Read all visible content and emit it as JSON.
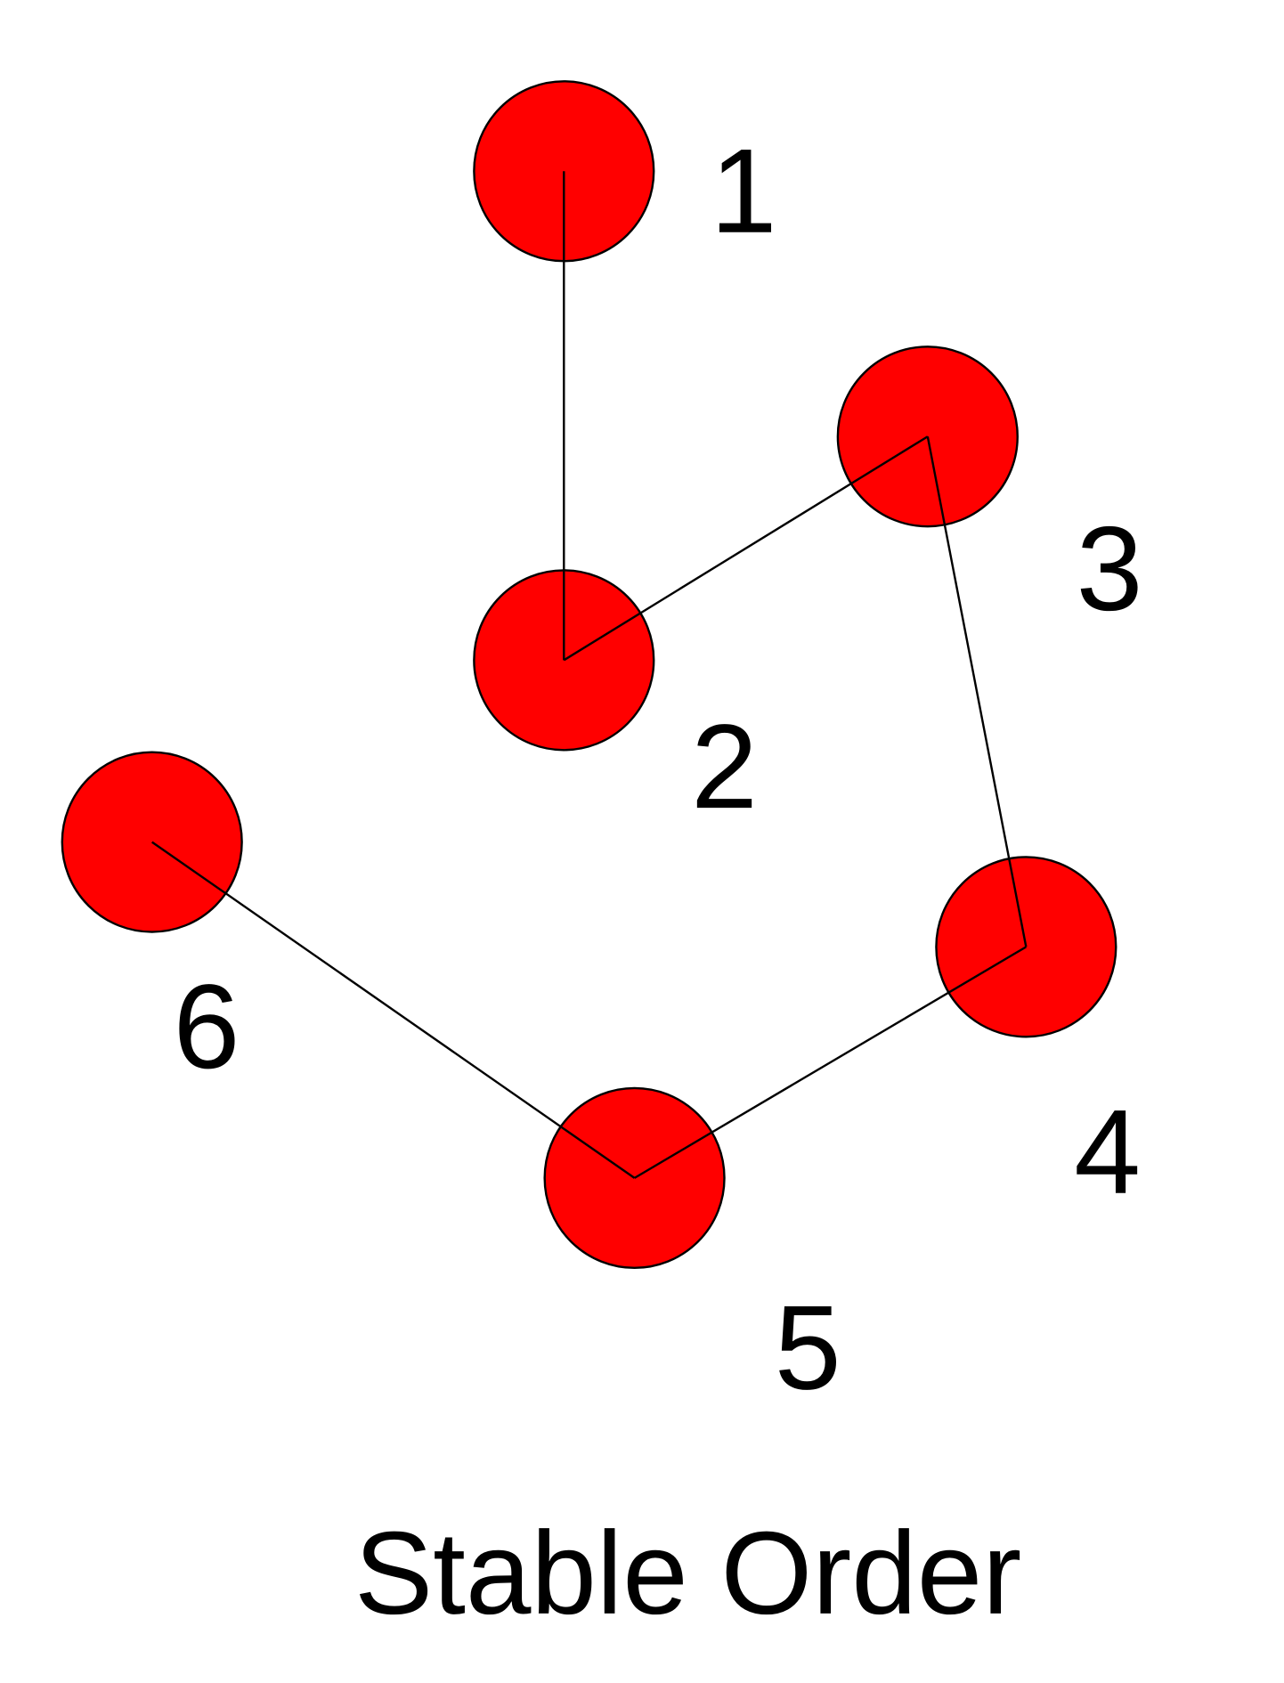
{
  "diagram": {
    "title": "Stable Order",
    "node_color": "#ff0000",
    "nodes": [
      {
        "id": 1,
        "label": "1"
      },
      {
        "id": 2,
        "label": "2"
      },
      {
        "id": 3,
        "label": "3"
      },
      {
        "id": 4,
        "label": "4"
      },
      {
        "id": 5,
        "label": "5"
      },
      {
        "id": 6,
        "label": "6"
      }
    ],
    "edges": [
      [
        1,
        2
      ],
      [
        2,
        3
      ],
      [
        3,
        4
      ],
      [
        4,
        5
      ],
      [
        5,
        6
      ]
    ]
  }
}
